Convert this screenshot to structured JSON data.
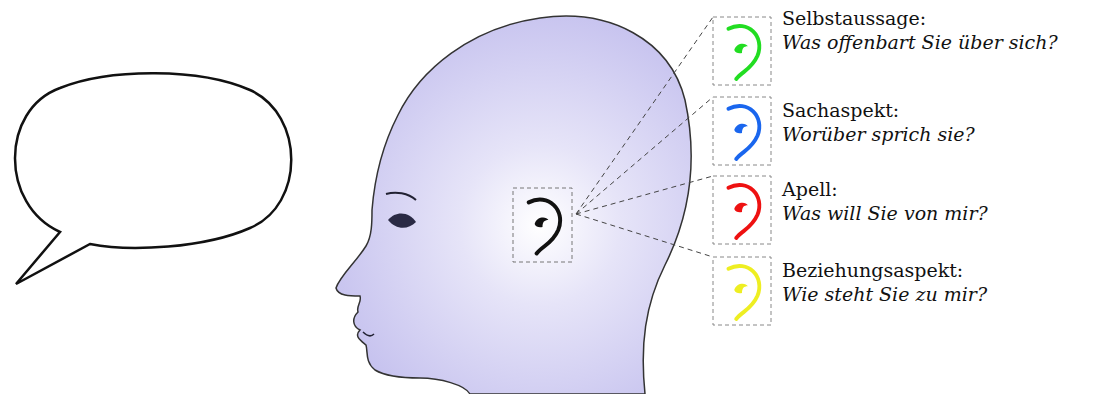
{
  "diagram": {
    "labels": [
      "Selbstaussage:",
      "Was offenbart Sie über sich?",
      "Sachaspekt:",
      "Worüber sprich sie?",
      "Apell:",
      "Was will Sie von mir?",
      "Beziehungsaspekt:",
      "Wie steht Sie zu mir?"
    ]
  }
}
